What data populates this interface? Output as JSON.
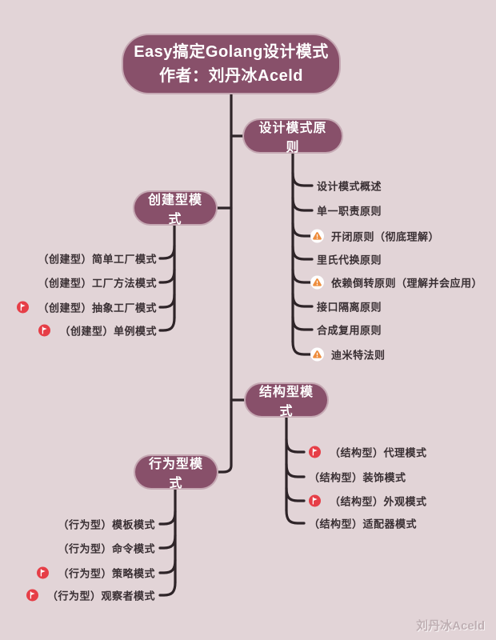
{
  "root": {
    "line1": "Easy搞定Golang设计模式",
    "line2": "作者：刘丹冰Aceld"
  },
  "branches": [
    {
      "label": "设计模式原则",
      "items": [
        {
          "label": "设计模式概述",
          "icon": ""
        },
        {
          "label": "单一职责原则",
          "icon": ""
        },
        {
          "label": "开闭原则（彻底理解）",
          "icon": "warning"
        },
        {
          "label": "里氏代换原则",
          "icon": ""
        },
        {
          "label": "依赖倒转原则（理解并会应用）",
          "icon": "warning"
        },
        {
          "label": "接口隔离原则",
          "icon": ""
        },
        {
          "label": "合成复用原则",
          "icon": ""
        },
        {
          "label": "迪米特法则",
          "icon": "warning"
        }
      ]
    },
    {
      "label": "创建型模式",
      "items": [
        {
          "label": "（创建型）简单工厂模式",
          "icon": ""
        },
        {
          "label": "（创建型）工厂方法模式",
          "icon": ""
        },
        {
          "label": "（创建型）抽象工厂模式",
          "icon": "flag"
        },
        {
          "label": "（创建型）单例模式",
          "icon": "flag"
        }
      ]
    },
    {
      "label": "结构型模式",
      "items": [
        {
          "label": "（结构型）代理模式",
          "icon": "flag"
        },
        {
          "label": "（结构型）装饰模式",
          "icon": ""
        },
        {
          "label": "（结构型）外观模式",
          "icon": "flag"
        },
        {
          "label": "（结构型）适配器模式",
          "icon": ""
        }
      ]
    },
    {
      "label": "行为型模式",
      "items": [
        {
          "label": "（行为型）模板模式",
          "icon": ""
        },
        {
          "label": "（行为型）命令模式",
          "icon": ""
        },
        {
          "label": "（行为型）策略模式",
          "icon": "flag"
        },
        {
          "label": "（行为型）观察者模式",
          "icon": "flag"
        }
      ]
    }
  ],
  "watermark": "刘丹冰Aceld",
  "colors": {
    "background": "#E2D4D7",
    "node_fill": "#88506A",
    "node_text": "#FFFFFF",
    "line": "#2E2428",
    "item_text": "#392F33",
    "flag_icon": "#E63E47",
    "warning_icon": "#EE8D3D"
  }
}
